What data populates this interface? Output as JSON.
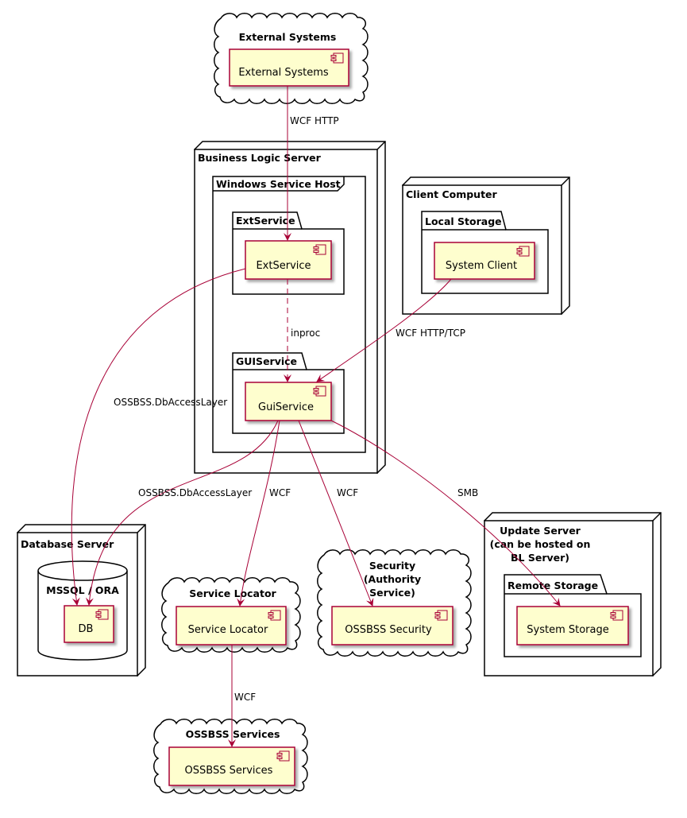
{
  "containers": {
    "external_systems": "External Systems",
    "business_logic_server": "Business Logic Server",
    "windows_service_host": "Windows Service Host",
    "ext_service_pkg": "ExtService",
    "gui_service_pkg": "GUIService",
    "client_computer": "Client Computer",
    "local_storage": "Local Storage",
    "database_server": "Database Server",
    "mssql_ora": "MSSQL / ORA",
    "service_locator": "Service Locator",
    "security": [
      "Security",
      "(Authority",
      "Service)"
    ],
    "update_server": [
      "Update Server",
      "(can be hosted on",
      "BL Server)"
    ],
    "remote_storage": "Remote Storage",
    "ossbss_services": "OSSBSS Services"
  },
  "components": {
    "external_systems": "External Systems",
    "ext_service": "ExtService",
    "gui_service": "GuiService",
    "system_client": "System Client",
    "db": "DB",
    "service_locator": "Service Locator",
    "ossbss_security": "OSSBSS Security",
    "system_storage": "System Storage",
    "ossbss_services": "OSSBSS Services"
  },
  "edges": {
    "wcf_http": "WCF HTTP",
    "inproc": "inproc",
    "wcf_http_tcp": "WCF HTTP/TCP",
    "ossbss_db_1": "OSSBSS.DbAccessLayer",
    "ossbss_db_2": "OSSBSS.DbAccessLayer",
    "wcf_locator": "WCF",
    "wcf_security": "WCF",
    "smb": "SMB",
    "wcf_services": "WCF"
  },
  "colors": {
    "component_fill": "#FEFECE",
    "component_border": "#A80036",
    "edge": "#A80036"
  }
}
